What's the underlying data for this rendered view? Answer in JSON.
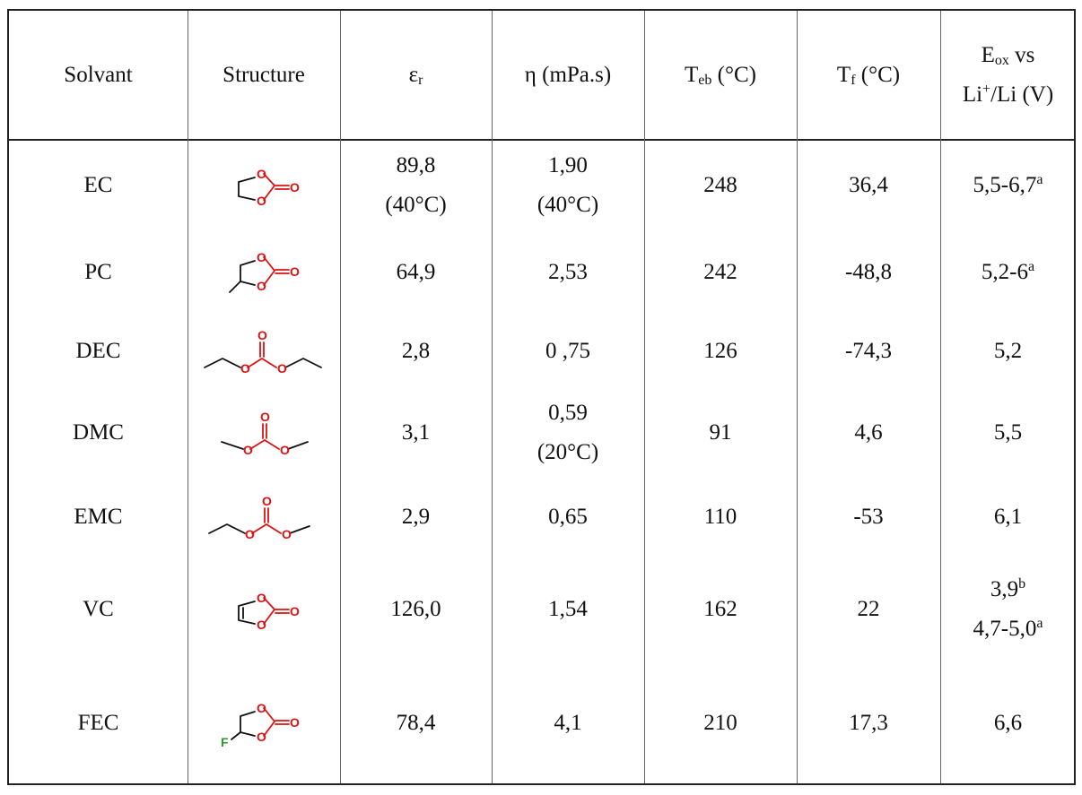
{
  "headers": {
    "solvant": "Solvant",
    "structure": "Structure",
    "eps_sym": "ε",
    "eps_sub": "r",
    "eta": "η (mPa.s)",
    "teb_sym": "T",
    "teb_sub": "eb",
    "teb_unit": " (°C)",
    "tf_sym": "T",
    "tf_sub": "f",
    "tf_unit": " (°C)",
    "eox_sym": "E",
    "eox_sub": "ox",
    "eox_vs": " vs",
    "eox_li": "Li",
    "eox_plus": "+",
    "eox_rest": "/Li (V)"
  },
  "rows": [
    {
      "name": "EC",
      "structure": "ethylene-carbonate-structure-icon",
      "eps": "89,8",
      "eps_note": "(40°C)",
      "eta": "1,90",
      "eta_note": "(40°C)",
      "teb": "248",
      "tf": "36,4",
      "eox": "5,5-6,7",
      "eox_sup": "a",
      "eox2": "",
      "eox2_sup": ""
    },
    {
      "name": "PC",
      "structure": "propylene-carbonate-structure-icon",
      "eps": "64,9",
      "eps_note": "",
      "eta": "2,53",
      "eta_note": "",
      "teb": "242",
      "tf": "-48,8",
      "eox": "5,2-6",
      "eox_sup": "a",
      "eox2": "",
      "eox2_sup": ""
    },
    {
      "name": "DEC",
      "structure": "diethyl-carbonate-structure-icon",
      "eps": "2,8",
      "eps_note": "",
      "eta": "0 ,75",
      "eta_note": "",
      "teb": "126",
      "tf": "-74,3",
      "eox": "5,2",
      "eox_sup": "",
      "eox2": "",
      "eox2_sup": ""
    },
    {
      "name": "DMC",
      "structure": "dimethyl-carbonate-structure-icon",
      "eps": "3,1",
      "eps_note": "",
      "eta": "0,59",
      "eta_note": "(20°C)",
      "teb": "91",
      "tf": "4,6",
      "eox": "5,5",
      "eox_sup": "",
      "eox2": "",
      "eox2_sup": ""
    },
    {
      "name": "EMC",
      "structure": "ethyl-methyl-carbonate-structure-icon",
      "eps": "2,9",
      "eps_note": "",
      "eta": "0,65",
      "eta_note": "",
      "teb": "110",
      "tf": "-53",
      "eox": "6,1",
      "eox_sup": "",
      "eox2": "",
      "eox2_sup": ""
    },
    {
      "name": "VC",
      "structure": "vinylene-carbonate-structure-icon",
      "eps": "126,0",
      "eps_note": "",
      "eta": "1,54",
      "eta_note": "",
      "teb": "162",
      "tf": "22",
      "eox": "3,9",
      "eox_sup": "b",
      "eox2": "4,7-5,0",
      "eox2_sup": "a"
    },
    {
      "name": "FEC",
      "structure": "fluoroethylene-carbonate-structure-icon",
      "eps": "78,4",
      "eps_note": "",
      "eta": "4,1",
      "eta_note": "",
      "teb": "210",
      "tf": "17,3",
      "eox": "6,6",
      "eox_sup": "",
      "eox2": "",
      "eox2_sup": ""
    }
  ],
  "atoms": {
    "o": "O",
    "f": "F"
  }
}
